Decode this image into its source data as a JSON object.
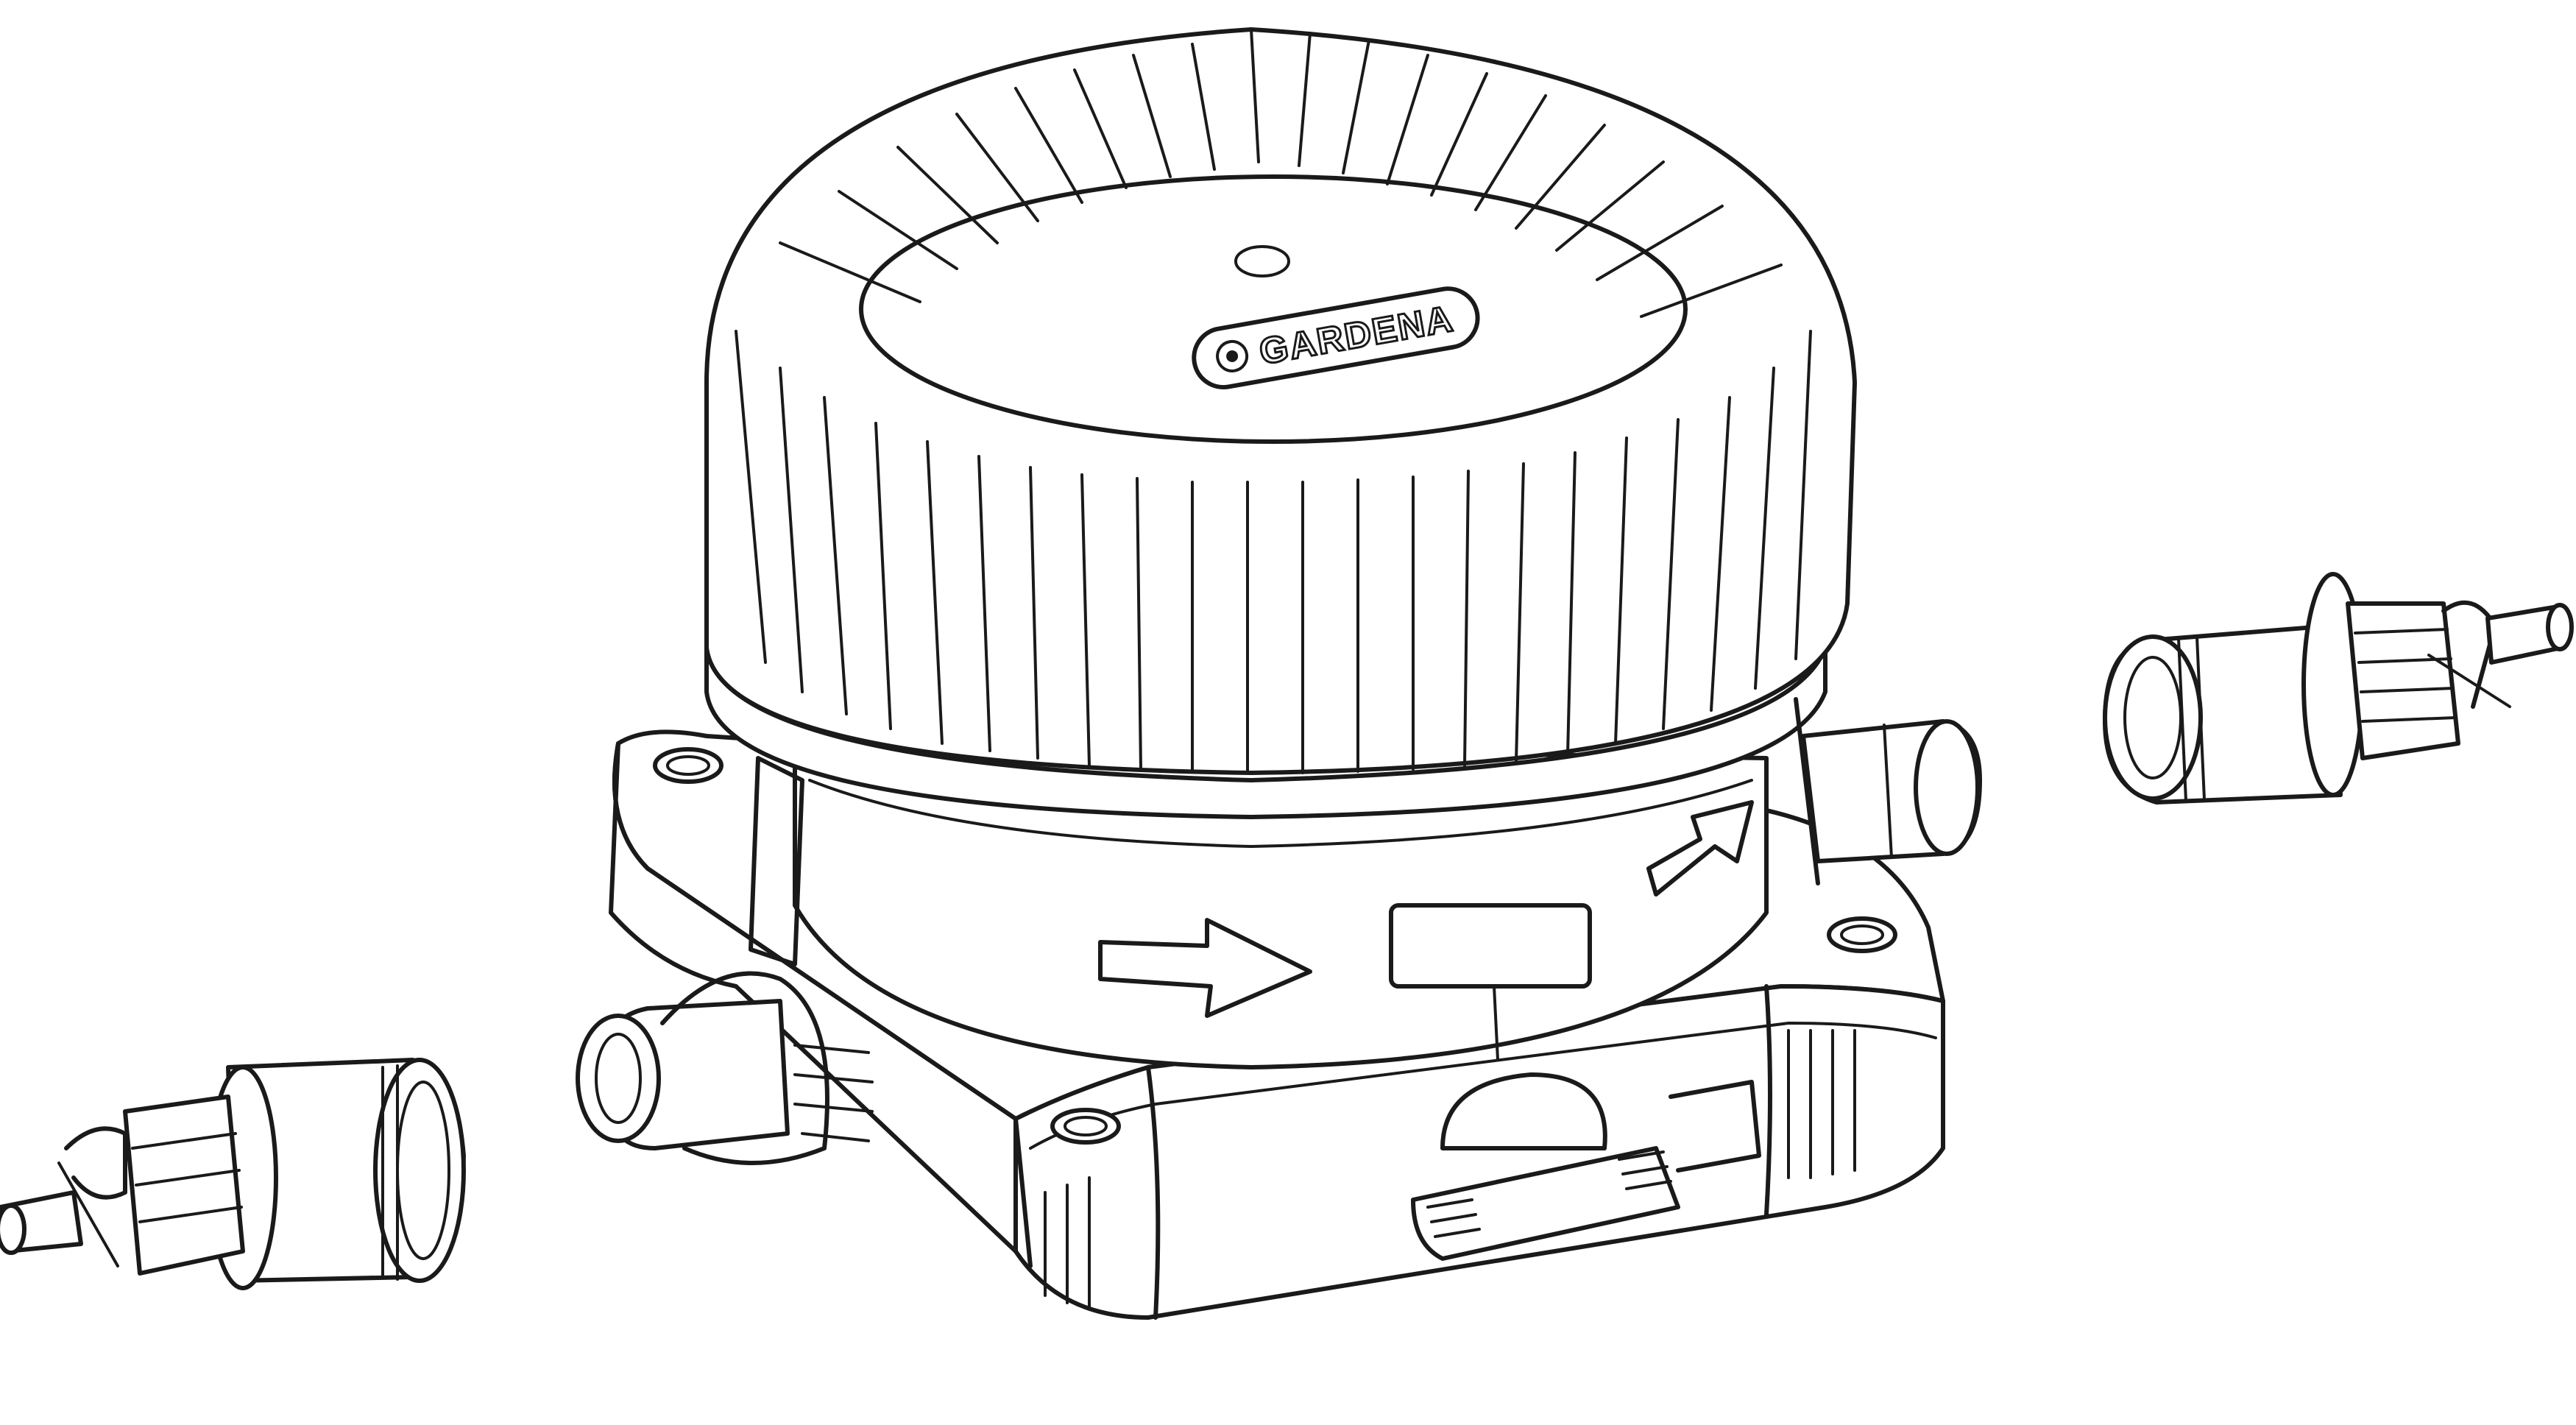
{
  "logo": {
    "text": "GARDENA"
  },
  "colors": {
    "ink": "#1a1a1a",
    "paper": "#ffffff"
  },
  "parts": {
    "main_unit": "distributor-housing",
    "left_connector": "hose-connector-left",
    "right_connector": "hose-connector-right"
  },
  "icons": [
    "flow-arrow-icon",
    "flow-arrow-icon",
    "lever-handle-icon"
  ]
}
